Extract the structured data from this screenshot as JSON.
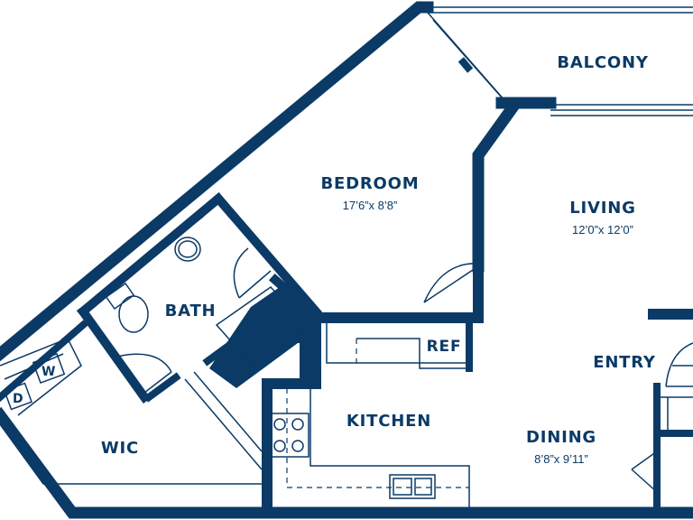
{
  "colors": {
    "wall": "#0b3a66",
    "background": "#ffffff"
  },
  "rooms": {
    "balcony": {
      "name": "BALCONY"
    },
    "bedroom": {
      "name": "BEDROOM",
      "dims": "17’6”x 8’8”"
    },
    "living": {
      "name": "LIVING",
      "dims": "12’0”x 12’0”"
    },
    "bath": {
      "name": "BATH"
    },
    "ref": {
      "name": "REF"
    },
    "entry": {
      "name": "ENTRY"
    },
    "kitchen": {
      "name": "KITCHEN"
    },
    "dining": {
      "name": "DINING",
      "dims": "8’8”x 9’11”"
    },
    "wic": {
      "name": "WIC"
    }
  },
  "laundry": {
    "dryer": "D",
    "washer": "W"
  }
}
